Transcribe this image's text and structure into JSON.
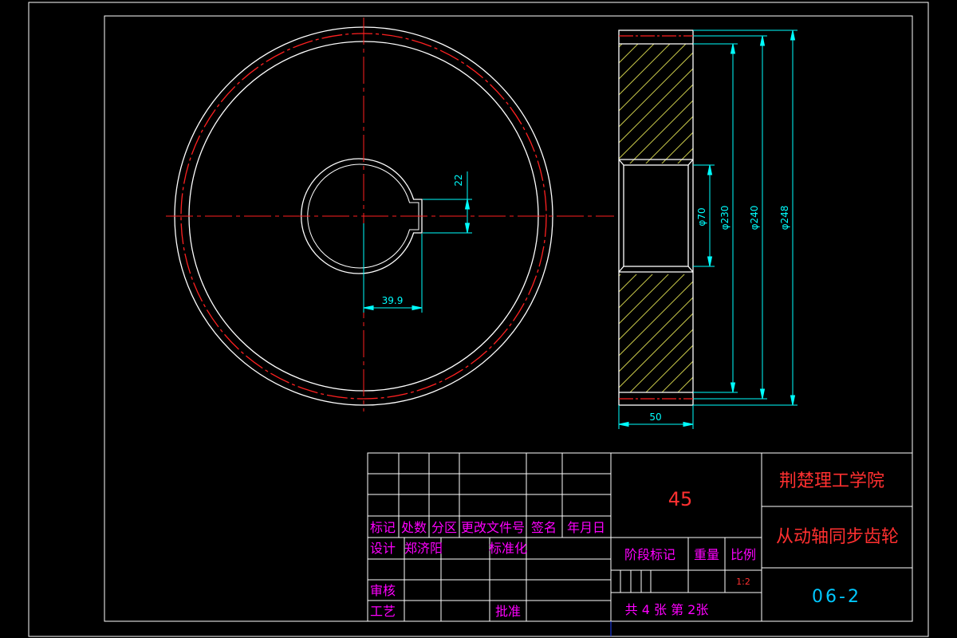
{
  "colors": {
    "background": "#000000",
    "outline": "#ffffff",
    "centerline": "#ff2020",
    "dimension": "#00ffff",
    "hatch": "#c8c84a",
    "title_cn": "#ff00ff",
    "title_red": "#ff3030",
    "title_cyan": "#00c8ff"
  },
  "dimensions": {
    "keyway_width": "22",
    "keyway_depth": "39.9",
    "bore_dia": "φ70",
    "root_dia": "φ230",
    "mid_dia": "φ240",
    "outer_dia": "φ248",
    "face_width": "50"
  },
  "title_block": {
    "headers": [
      "标记",
      "处数",
      "分区",
      "更改文件号",
      "签名",
      "年月日"
    ],
    "design_label": "设计",
    "designer": "郑济阳",
    "standardize_label": "标准化",
    "review_label": "审核",
    "process_label": "工艺",
    "approve_label": "批准",
    "material": "45",
    "stage_label": "阶段标记",
    "weight_label": "重量",
    "scale_label": "比例",
    "scale_value": "1:2",
    "sheet_info": "共 4 张 第 2张",
    "school": "荆楚理工学院",
    "part_name": "从动轴同步齿轮",
    "drawing_number": "06-2"
  }
}
